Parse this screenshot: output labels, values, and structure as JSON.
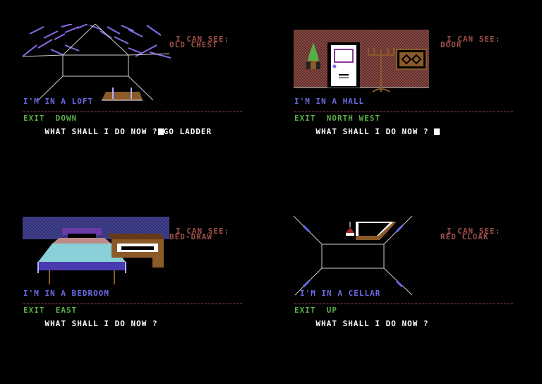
{
  "panels": [
    {
      "see_heading": "I CAN SEE:",
      "see_item": "OLD CHEST",
      "location": "I'M IN A LOFT",
      "exits": "EXIT  DOWN",
      "prompt": "WHAT SHALL I DO NOW ?",
      "command": "GO LADDER"
    },
    {
      "see_heading": "I CAN SEE:",
      "see_item": "DOOR",
      "location": "I'M IN A HALL",
      "exits": "EXIT  NORTH WEST",
      "prompt": "WHAT SHALL I DO NOW ?",
      "command": ""
    },
    {
      "see_heading": "I CAN SEE:",
      "see_item": "BED-DRAW",
      "location": "I'M IN A BEDROOM",
      "exits": "EXIT  EAST",
      "prompt": "WHAT SHALL I DO NOW ?",
      "command": ""
    },
    {
      "see_heading": "I CAN SEE:",
      "see_item": "RED CLOAK",
      "location": "I'M IN A CELLAR",
      "exits": "EXIT  UP",
      "prompt": "WHAT SHALL I DO NOW ?",
      "command": ""
    }
  ],
  "colors": {
    "background": "#000000",
    "see_text": "#a0504a",
    "location_text": "#6a6ae8",
    "exit_text": "#5aae48",
    "prompt_text": "#ffffff"
  }
}
